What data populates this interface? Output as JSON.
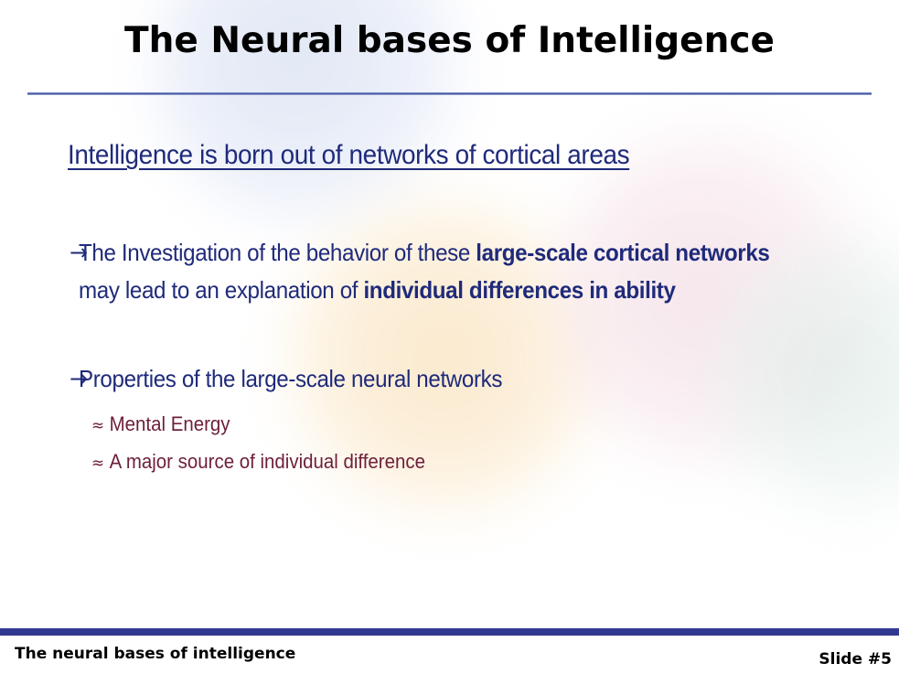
{
  "slide": {
    "title": "The Neural bases of Intelligence",
    "subtitle": "Intelligence is born out of networks of cortical areas",
    "bullets": [
      {
        "arrow": "→",
        "parts": [
          "The Investigation of the behavior of these ",
          "large-scale cortical networks",
          " may lead to an explanation of ",
          "individual differences in ability"
        ]
      },
      {
        "arrow": "→",
        "text": "Properties of the large-scale neural networks"
      }
    ],
    "subbullets": [
      {
        "symbol": "≈",
        "text": "Mental Energy"
      },
      {
        "symbol": "≈",
        "text": "A major source of individual difference"
      }
    ],
    "footer": {
      "left": "The neural bases of intelligence",
      "right": "Slide #5"
    }
  },
  "colors": {
    "title": "#000000",
    "accent_blue": "#1f2a7a",
    "sub_maroon": "#6e1f3a",
    "footer_bar": "#323a8f",
    "blob_blue": "#c9d4ee",
    "blob_orange": "#f6d7a4",
    "blob_pink": "#efd2db",
    "blob_green": "#d6e7e2"
  },
  "icons": {
    "bullet_arrow": "right-arrow-icon",
    "subbullet_mark": "approx-icon"
  }
}
